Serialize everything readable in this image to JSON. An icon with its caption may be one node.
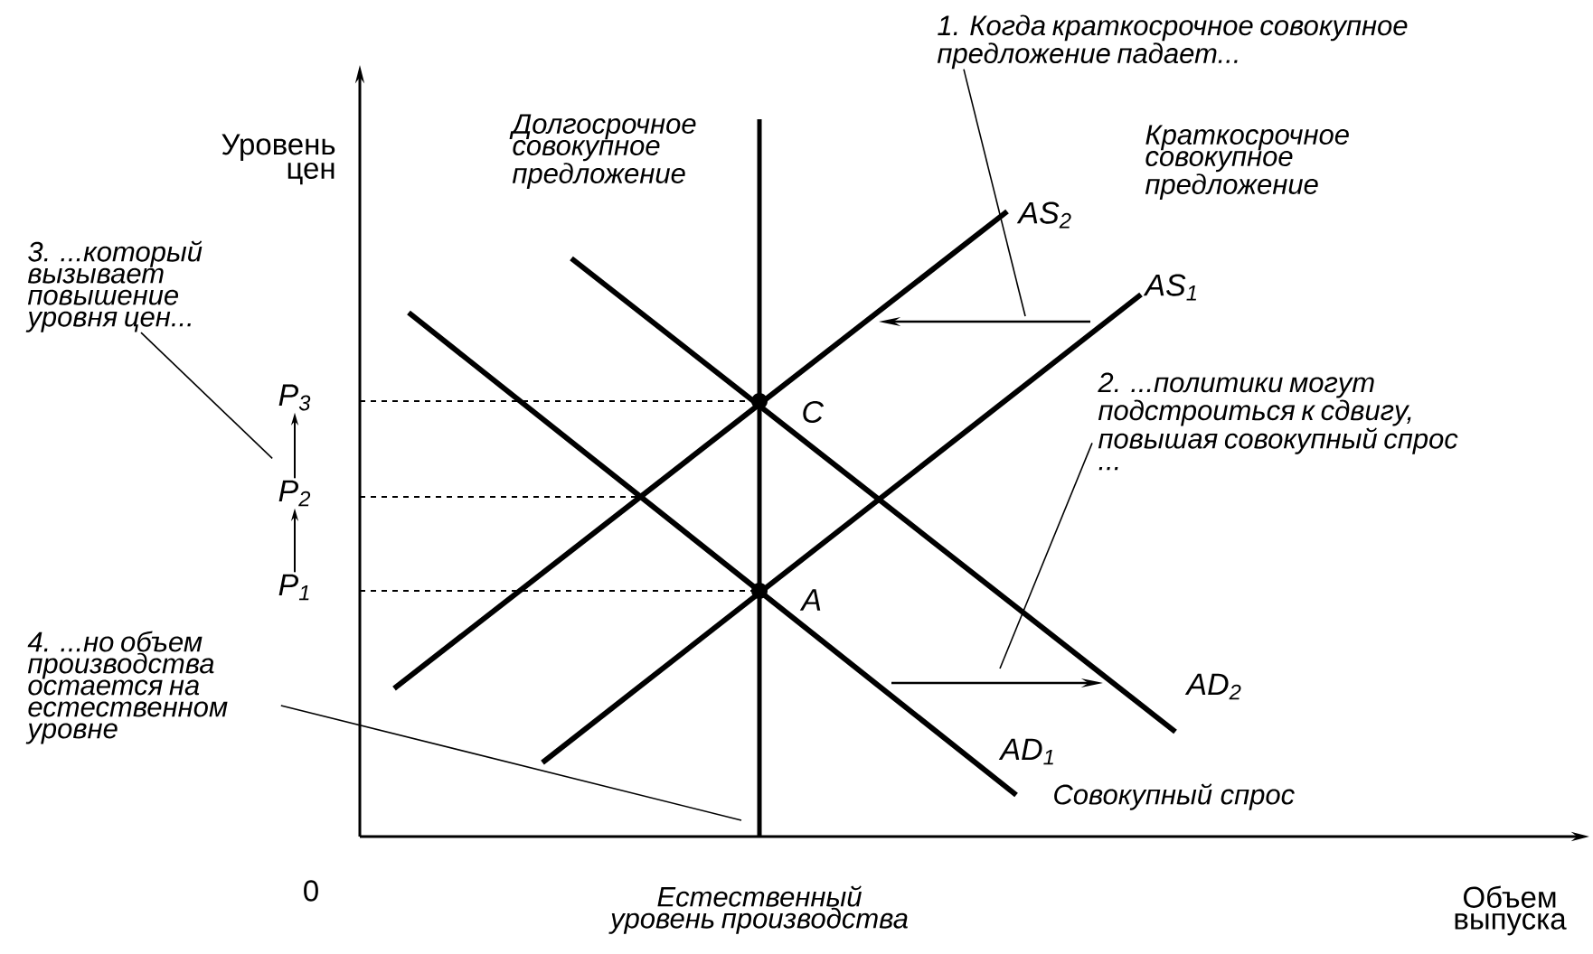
{
  "diagram": {
    "nodes": [
      {
        "text": [
          "1. Когда краткосрочное совокупное предложение падает..."
        ]
      },
      {
        "text": [
          "2. ...политики могут подстроиться к сдвигу, повышая совокупный спрос ..."
        ]
      },
      {
        "text": [
          "3. ...который вызывает повышение уровня цен..."
        ]
      },
      {
        "text": [
          "4. ...но объем производства остается на естественном уровне"
        ]
      },
      {
        "text": [
          "P$_{1}$"
        ]
      },
      {
        "text": [
          "P$_{2}$"
        ]
      },
      {
        "text": [
          "P$_{3}$"
        ]
      }
    ],
    "edges": [
      {
        "from": 0,
        "to": null,
        "arrow": "none"
      },
      {
        "from": 1,
        "to": null,
        "arrow": "none"
      },
      {
        "from": 2,
        "to": 5,
        "arrow": "none"
      },
      {
        "from": 3,
        "to": null,
        "arrow": "none"
      },
      {
        "from": 4,
        "to": 5,
        "arrow": "to"
      },
      {
        "from": 5,
        "to": 6,
        "arrow": "to"
      }
    ],
    "labels": [
      "Уровень цен",
      "Долгосрочное совокупное предложение",
      "Краткосрочное совокупное предложение",
      "AS$_{2}$",
      "AS$_{1}$",
      "C",
      "A",
      "AD$_{2}$",
      "AD$_{1}$",
      "Совокупный спрос",
      "0",
      "Естественный уровень производства",
      "Объем выпуска"
    ]
  }
}
